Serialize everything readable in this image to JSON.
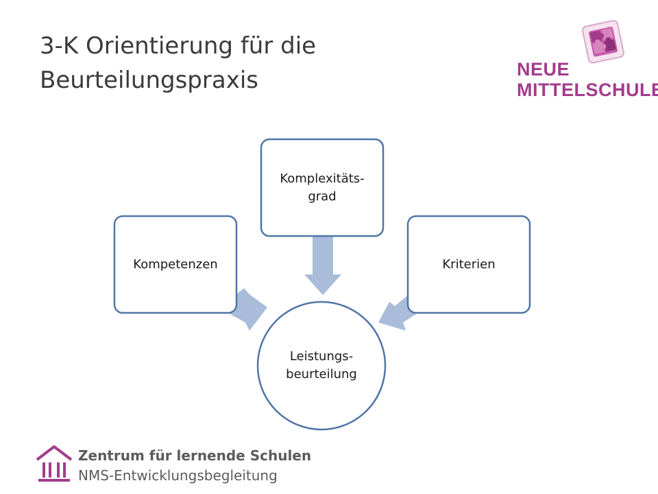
{
  "slide": {
    "title_line1": "3-K Orientierung für die",
    "title_line2": "Beurteilungspraxis"
  },
  "logo_top": {
    "line1": "NEUE",
    "line2": "MITTELSCHULE",
    "icon": "puzzle-icon",
    "color": "#a33b8c"
  },
  "diagram": {
    "center": {
      "line1": "Leistungs-",
      "line2": "beurteilung"
    },
    "nodes": {
      "left": {
        "label": "Kompetenzen"
      },
      "top": {
        "line1": "Komplexitäts-",
        "line2": "grad"
      },
      "right": {
        "label": "Kriterien"
      }
    },
    "colors": {
      "border": "#4f75a6",
      "arrow": "#a9bcd9"
    }
  },
  "footer": {
    "line1": "Zentrum für lernende Schulen",
    "line2": "NMS-Entwicklungsbegleitung",
    "icon": "school-building-icon",
    "color": "#a33b8c"
  }
}
